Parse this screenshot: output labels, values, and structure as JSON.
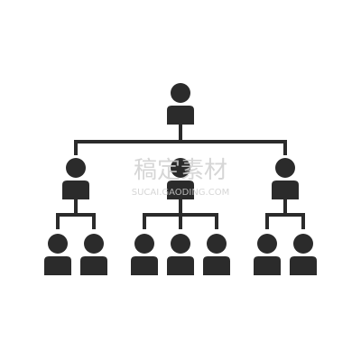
{
  "colors": {
    "background": "#ffffff",
    "icon": "#2b2b2b",
    "watermark": "#cfcfcf"
  },
  "watermark": {
    "cn": "稿定素材",
    "en": "SUCAI.GAODING.COM"
  },
  "diagram": {
    "type": "org-chart",
    "levels": [
      {
        "name": "top",
        "people": 1
      },
      {
        "name": "middle",
        "people": 3
      },
      {
        "name": "bottom",
        "people": 7,
        "groups": [
          2,
          3,
          2
        ]
      }
    ],
    "icon": "person-icon"
  }
}
